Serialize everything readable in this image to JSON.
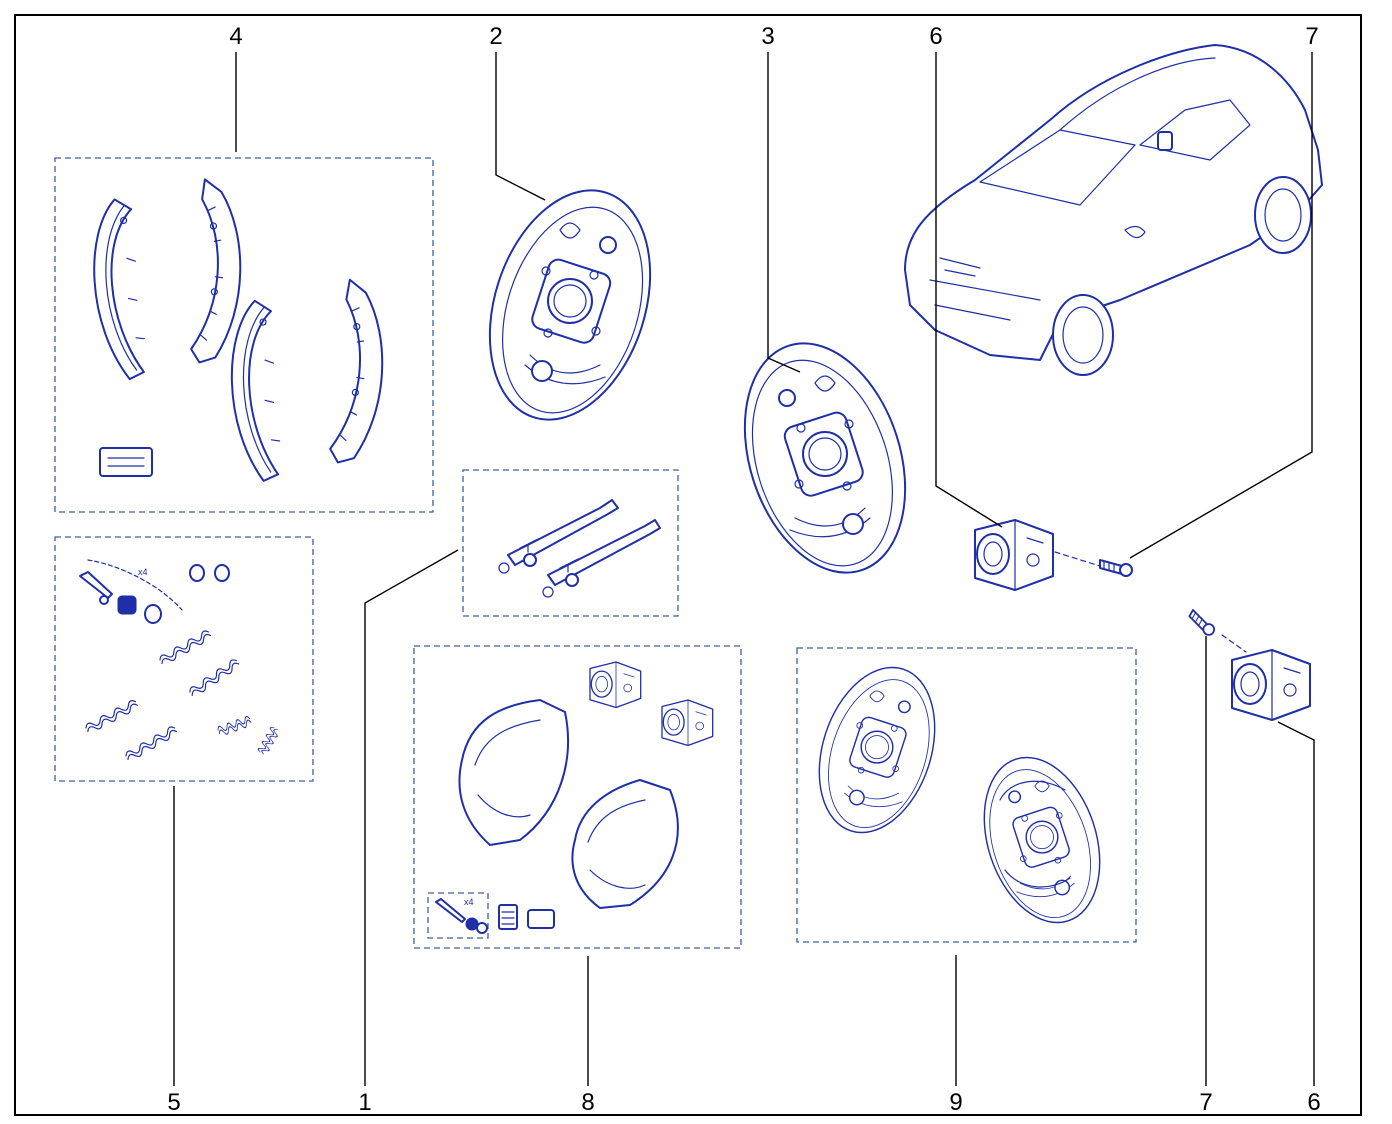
{
  "callouts": {
    "c4": "4",
    "c2": "2",
    "c3": "3",
    "c6_top": "6",
    "c7_top": "7",
    "c5": "5",
    "c1": "1",
    "c8": "8",
    "c9": "9",
    "c7_bottom": "7",
    "c6_bottom": "6"
  },
  "quantity_labels": {
    "pins_group5": "x4",
    "pins_group8": "x4"
  },
  "colors": {
    "line_art": "#1e2fa8",
    "group_border": "#3d5fa6",
    "callout_text": "#000000"
  },
  "icons": {
    "vehicle": "car-suv-illustration",
    "brake_shoe": "brake-shoe-icon",
    "backing_plate": "backing-plate-icon",
    "wheel_cylinder": "wheel-cylinder-icon",
    "bleed_screw": "bleed-screw-icon",
    "spring": "spring-icon",
    "adjuster": "adjuster-icon"
  }
}
